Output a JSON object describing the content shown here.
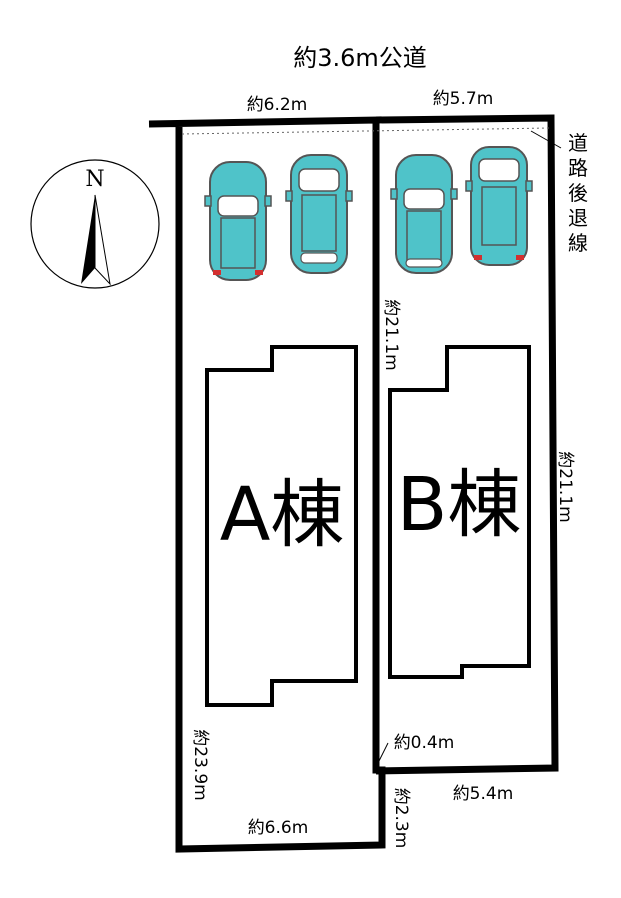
{
  "road": {
    "label": "約3.6m公道"
  },
  "setback_label_chars": [
    "道",
    "路",
    "後",
    "退",
    "線"
  ],
  "compass": {
    "label": "N"
  },
  "lots": [
    {
      "name": "A棟",
      "front_width": "約6.2m",
      "left_depth": "約23.9m",
      "rear_width": "約6.6m"
    },
    {
      "name": "B棟",
      "front_width": "約5.7m",
      "shared_depth": "約21.1m",
      "right_depth": "約21.1m",
      "rear_width": "約5.4m",
      "step_offset": "約0.4m",
      "step_depth": "約2.3m"
    }
  ],
  "cars": [
    {
      "color": "#4fc3c9"
    },
    {
      "color": "#4fc3c9"
    },
    {
      "color": "#4fc3c9"
    },
    {
      "color": "#4fc3c9"
    }
  ]
}
